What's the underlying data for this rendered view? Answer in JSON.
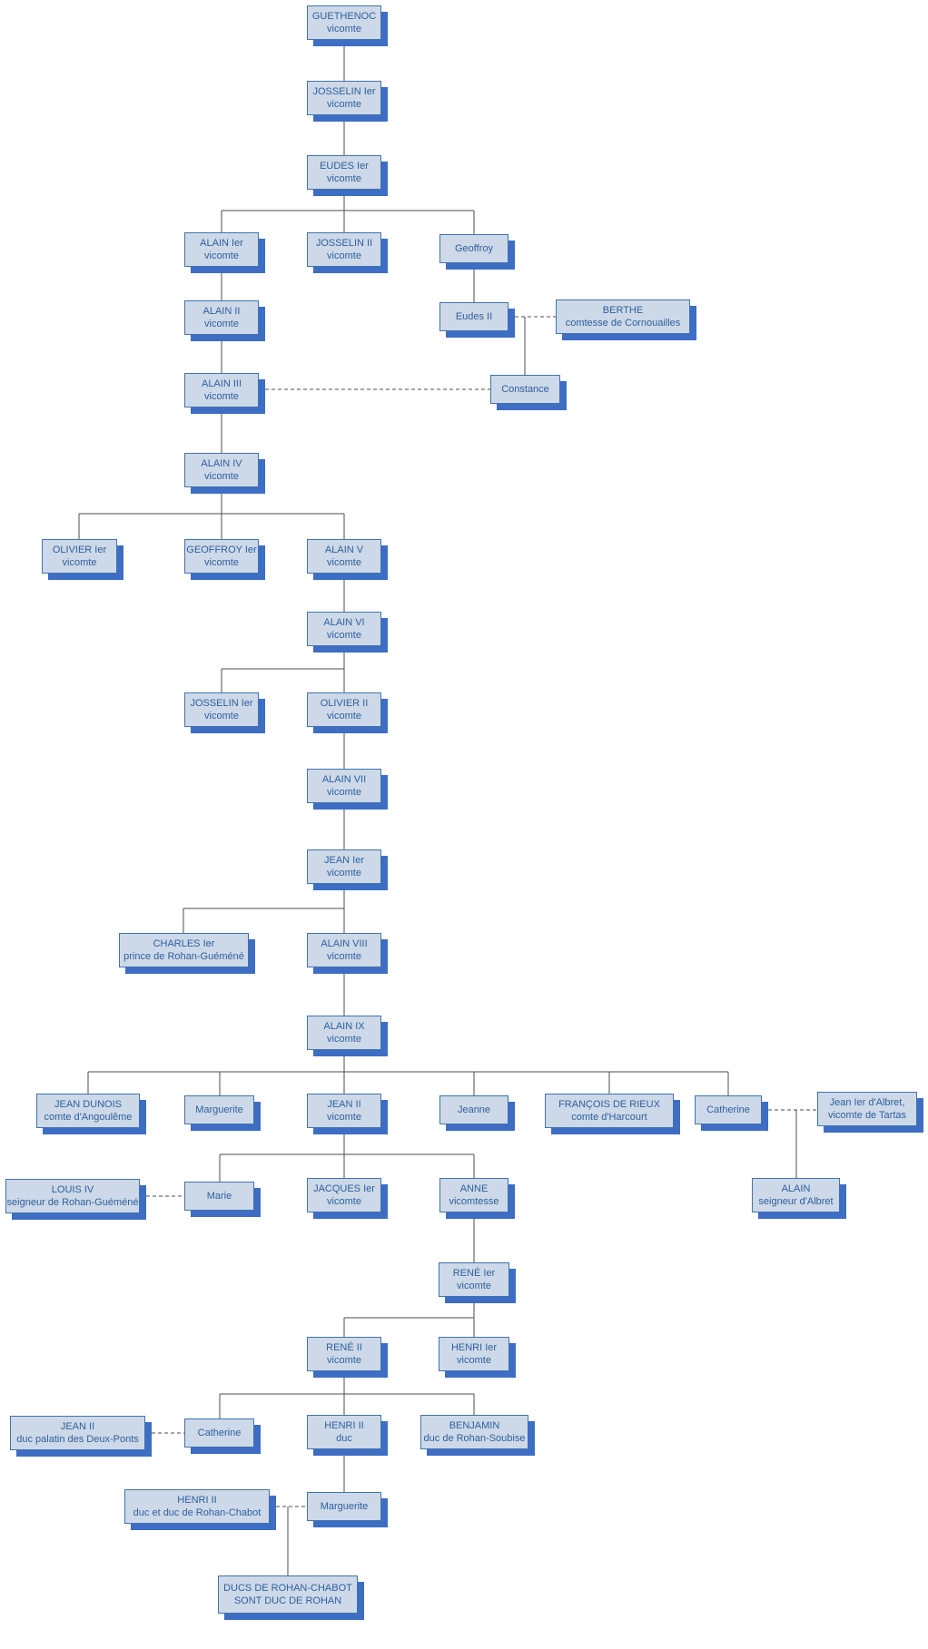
{
  "colors": {
    "box_fill": "#cdd9e8",
    "box_border": "#4173ad",
    "box_shadow": "#3e6dc4",
    "box_text": "#2d5f9e",
    "line_color": "#4d4d4d",
    "background": "#ffffff"
  },
  "nodes": {
    "guethenoc": {
      "name": "GUETHENOC",
      "title": "vicomte"
    },
    "josselin1": {
      "name": "JOSSELIN Ier",
      "title": "vicomte"
    },
    "eudes1": {
      "name": "EUDES Ier",
      "title": "vicomte"
    },
    "alain1": {
      "name": "ALAIN Ier",
      "title": "vicomte"
    },
    "josselin2": {
      "name": "JOSSELIN II",
      "title": "vicomte"
    },
    "geoffroy": {
      "name": "Geoffroy"
    },
    "alain2": {
      "name": "ALAIN II",
      "title": "vicomte"
    },
    "eudes2": {
      "name": "Eudes II"
    },
    "berthe": {
      "name": "BERTHE",
      "title": "comtesse de Cornouailles"
    },
    "alain3": {
      "name": "ALAIN III",
      "title": "vicomte"
    },
    "constance": {
      "name": "Constance"
    },
    "alain4": {
      "name": "ALAIN IV",
      "title": "vicomte"
    },
    "olivier1": {
      "name": "OLIVIER Ier",
      "title": "vicomte"
    },
    "geoffroy1": {
      "name": "GEOFFROY Ier",
      "title": "vicomte"
    },
    "alain5": {
      "name": "ALAIN V",
      "title": "vicomte"
    },
    "alain6": {
      "name": "ALAIN VI",
      "title": "vicomte"
    },
    "josselin1b": {
      "name": "JOSSELIN Ier",
      "title": "vicomte"
    },
    "olivier2": {
      "name": "OLIVIER II",
      "title": "vicomte"
    },
    "alain7": {
      "name": "ALAIN VII",
      "title": "vicomte"
    },
    "jean1": {
      "name": "JEAN Ier",
      "title": "vicomte"
    },
    "charles1": {
      "name": "CHARLES Ier",
      "title": "prince de Rohan-Guéméné"
    },
    "alain8": {
      "name": "ALAIN VIII",
      "title": "vicomte"
    },
    "alain9": {
      "name": "ALAIN IX",
      "title": "vicomte"
    },
    "jeandunois": {
      "name": "JEAN DUNOIS",
      "title": "comte d'Angoulême"
    },
    "marguerite1": {
      "name": "Marguerite"
    },
    "jean2": {
      "name": "JEAN II",
      "title": "vicomte"
    },
    "jeanne": {
      "name": "Jeanne"
    },
    "francoisderieux": {
      "name": "FRANÇOIS DE RIEUX",
      "title": "comte d'Harcourt"
    },
    "catherine1": {
      "name": "Catherine"
    },
    "jeanalbret": {
      "name": "Jean Ier d'Albret,",
      "title": "vicomte de Tartas"
    },
    "louis4": {
      "name": "LOUIS IV",
      "title": "seigneur de Rohan-Guéméné"
    },
    "marie": {
      "name": "Marie"
    },
    "jacques1": {
      "name": "JACQUES Ier",
      "title": "vicomte"
    },
    "anne": {
      "name": "ANNE",
      "title": "vicomtesse"
    },
    "alainalbret": {
      "name": "ALAIN",
      "title": "seigneur d'Albret"
    },
    "rene1": {
      "name": "RENÉ Ier",
      "title": "vicomte"
    },
    "rene2": {
      "name": "RENÉ II",
      "title": "vicomte"
    },
    "henri1": {
      "name": "HENRI Ier",
      "title": "vicomte"
    },
    "jean2palatin": {
      "name": "JEAN II",
      "title": "duc palatin des Deux-Ponts"
    },
    "catherine2": {
      "name": "Catherine"
    },
    "henri2": {
      "name": "HENRI II",
      "title": "duc"
    },
    "benjamin": {
      "name": "BENJAMIN",
      "title": "duc de Rohan-Soubise"
    },
    "henri2chabot": {
      "name": "HENRI II",
      "title": "duc et duc de Rohan-Chabot"
    },
    "marguerite2": {
      "name": "Marguerite"
    },
    "ducs": {
      "name": "DUCS DE ROHAN-CHABOT",
      "title": "SONT DUC DE ROHAN"
    }
  },
  "descents": [
    {
      "parent": "guethenoc",
      "children": [
        "josselin1"
      ]
    },
    {
      "parent": "josselin1",
      "children": [
        "eudes1"
      ]
    },
    {
      "parent": "eudes1",
      "children": [
        "alain1",
        "josselin2",
        "geoffroy"
      ]
    },
    {
      "parent": "alain1",
      "children": [
        "alain2"
      ]
    },
    {
      "parent": "geoffroy",
      "children": [
        "eudes2"
      ]
    },
    {
      "parent": "alain2",
      "children": [
        "alain3"
      ]
    },
    {
      "parent": "alain3",
      "children": [
        "alain4"
      ]
    },
    {
      "parent": "alain4",
      "children": [
        "olivier1",
        "geoffroy1",
        "alain5"
      ]
    },
    {
      "parent": "alain5",
      "children": [
        "alain6"
      ]
    },
    {
      "parent": "alain6",
      "children": [
        "josselin1b",
        "olivier2"
      ]
    },
    {
      "parent": "olivier2",
      "children": [
        "alain7"
      ]
    },
    {
      "parent": "alain7",
      "children": [
        "jean1"
      ]
    },
    {
      "parent": "jean1",
      "children": [
        "charles1",
        "alain8"
      ]
    },
    {
      "parent": "alain8",
      "children": [
        "alain9"
      ]
    },
    {
      "parent": "alain9",
      "children": [
        "jeandunois",
        "marguerite1",
        "jean2",
        "jeanne",
        "francoisderieux",
        "catherine1"
      ]
    },
    {
      "parent": "jean2",
      "children": [
        "marie",
        "jacques1",
        "anne"
      ]
    },
    {
      "parent": "anne",
      "children": [
        "rene1"
      ]
    },
    {
      "parent": "rene1",
      "children": [
        "rene2",
        "henri1"
      ]
    },
    {
      "parent": "rene2",
      "children": [
        "catherine2",
        "henri2",
        "benjamin"
      ]
    },
    {
      "parent": "henri2",
      "children": [
        "marguerite2"
      ]
    }
  ],
  "marriages": [
    {
      "spouses": [
        "eudes2",
        "berthe"
      ],
      "child": "constance"
    },
    {
      "spouses": [
        "alain3",
        "constance"
      ]
    },
    {
      "spouses": [
        "catherine1",
        "jeanalbret"
      ],
      "child": "alainalbret"
    },
    {
      "spouses": [
        "louis4",
        "marie"
      ]
    },
    {
      "spouses": [
        "jean2palatin",
        "catherine2"
      ]
    },
    {
      "spouses": [
        "henri2chabot",
        "marguerite2"
      ],
      "child": "ducs"
    }
  ]
}
